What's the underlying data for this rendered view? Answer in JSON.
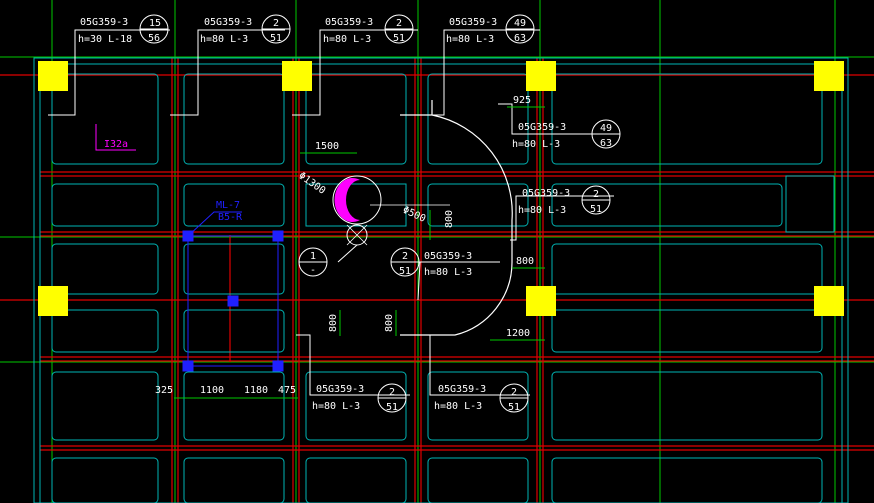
{
  "colors": {
    "background": "#000000",
    "grid_green": "#00c800",
    "axis_red": "#e00000",
    "beam_cyan": "#00b4b4",
    "white": "#ffffff",
    "column_yellow": "#ffff00",
    "marker_blue": "#2020ff",
    "label_magenta": "#ff00ff"
  },
  "callouts": [
    {
      "code": "05G359-3",
      "spec": "h=30 L-18",
      "num": "15",
      "den": "56"
    },
    {
      "code": "05G359-3",
      "spec": "h=80 L-3",
      "num": "2",
      "den": "51"
    },
    {
      "code": "05G359-3",
      "spec": "h=80 L-3",
      "num": "2",
      "den": "51"
    },
    {
      "code": "05G359-3",
      "spec": "h=80 L-3",
      "num": "49",
      "den": "63"
    },
    {
      "code": "05G359-3",
      "spec": "h=80 L-3",
      "num": "49",
      "den": "63"
    },
    {
      "code": "05G359-3",
      "spec": "h=80 L-3",
      "num": "2",
      "den": "51"
    },
    {
      "code": "05G359-3",
      "spec": "h=80 L-3",
      "num": "2",
      "den": "51"
    },
    {
      "code": "05G359-3",
      "spec": "h=80 L-3",
      "num": "2",
      "den": "51"
    },
    {
      "code": "05G359-3",
      "spec": "h=80 L-3",
      "num": "2",
      "den": "51"
    }
  ],
  "dimensions": {
    "d925": "925",
    "d1500": "1500",
    "phi1300": "Φ1300",
    "phi500": "Φ500",
    "d800_a": "800",
    "d800_b": "800",
    "d1200": "1200",
    "d800_c": "800",
    "d800_d": "800",
    "d325": "325",
    "d1100": "1100",
    "d1180": "1180",
    "d475": "475"
  },
  "labels": {
    "magenta_tag": "I32a",
    "blue_tag_top": "ML-7",
    "blue_tag_bottom": "B5-R",
    "detail_num": "1",
    "detail_den": "-"
  }
}
